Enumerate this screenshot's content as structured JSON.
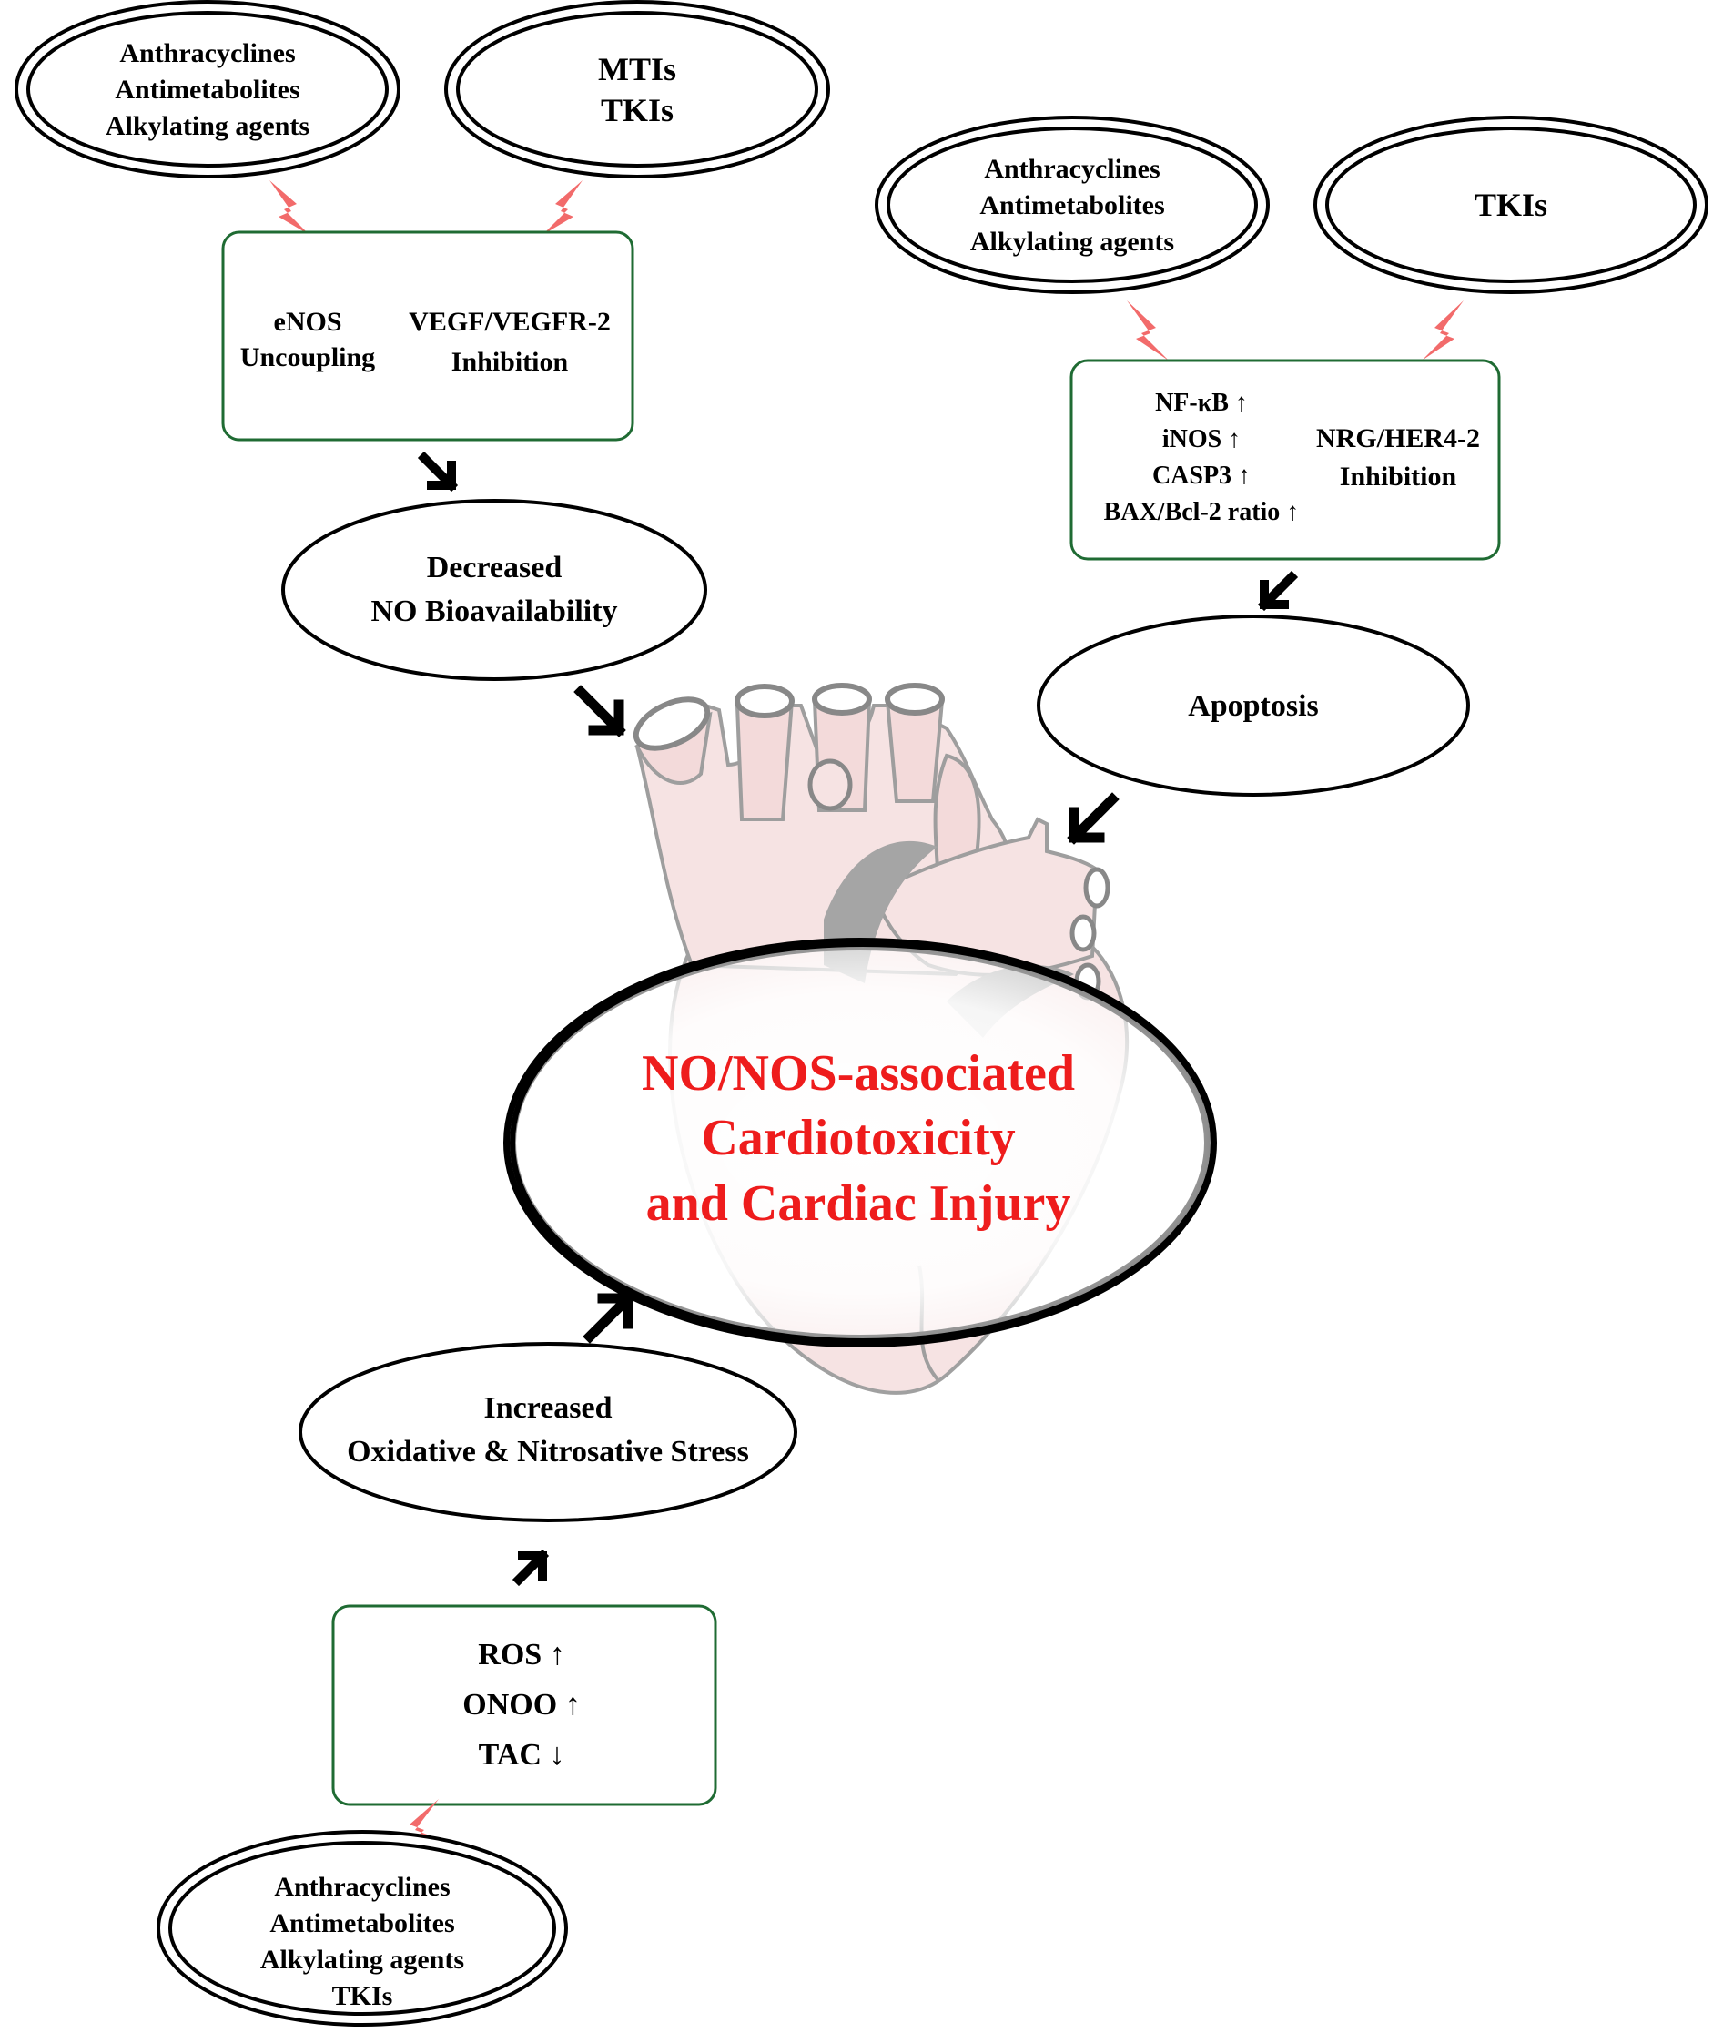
{
  "colors": {
    "box_border": "#1f6b33",
    "title": "#ee1c1c",
    "bolt": "#f26b6b",
    "heart_fill": "#f6e3e3",
    "heart_shadow": "#9e9e9e",
    "outline": "#000000"
  },
  "center": {
    "lines": [
      "NO/NOS-associated",
      "Cardiotoxicity",
      "and Cardiac Injury"
    ]
  },
  "top_left": {
    "drugs_a": [
      "Anthracyclines",
      "Antimetabolites",
      "Alkylating agents"
    ],
    "drugs_b": [
      "MTIs",
      "TKIs"
    ],
    "box_left": [
      "eNOS",
      "Uncoupling"
    ],
    "box_right": [
      "VEGF/VEGFR-2",
      "Inhibition"
    ],
    "outcome": [
      "Decreased",
      "NO Bioavailability"
    ]
  },
  "top_right": {
    "drugs_a": [
      "Anthracyclines",
      "Antimetabolites",
      "Alkylating agents"
    ],
    "drugs_b": [
      "TKIs"
    ],
    "box_left": [
      "NF-κB ↑",
      "iNOS ↑",
      "CASP3 ↑",
      "BAX/Bcl-2 ratio ↑"
    ],
    "box_right": [
      "NRG/HER4-2",
      "Inhibition"
    ],
    "outcome": [
      "Apoptosis"
    ]
  },
  "bottom": {
    "outcome": [
      "Increased",
      "Oxidative & Nitrosative Stress"
    ],
    "box": [
      "ROS ↑",
      "ONOO ↑",
      "TAC ↓"
    ],
    "drugs": [
      "Anthracyclines",
      "Antimetabolites",
      "Alkylating agents",
      "TKIs"
    ]
  }
}
